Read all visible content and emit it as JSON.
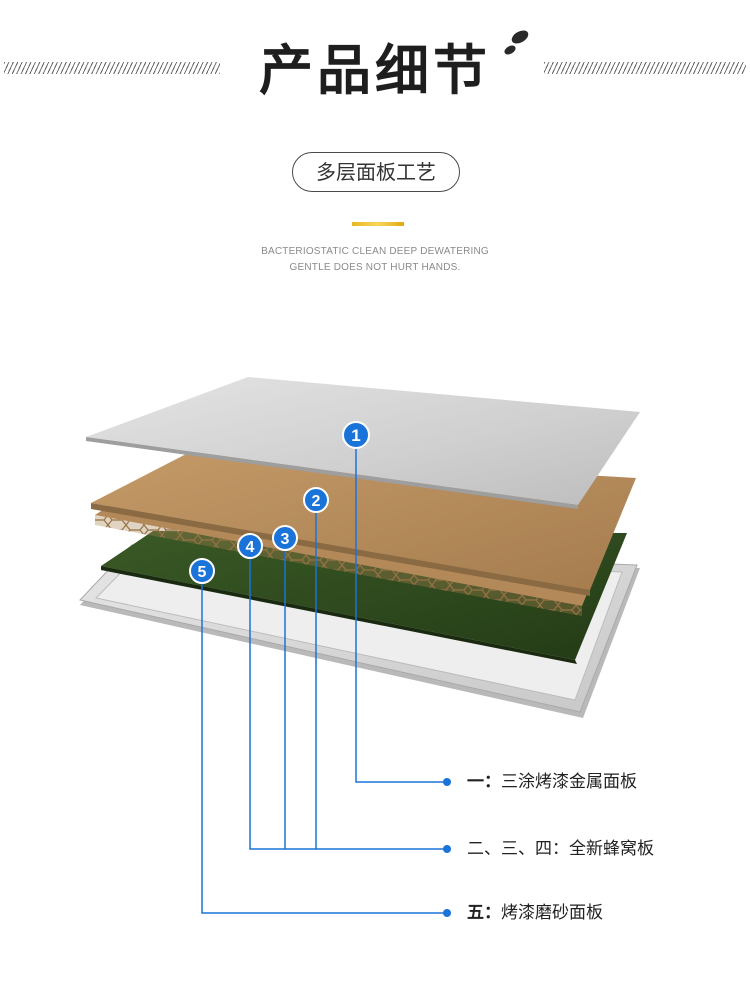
{
  "header": {
    "title": "产品细节",
    "pill_label": "多层面板工艺",
    "subtitle_line1": "BACTERIOSTATIC CLEAN DEEP DEWATERING",
    "subtitle_line2": "GENTLE DOES NOT HURT HANDS."
  },
  "markers": [
    {
      "number": "1"
    },
    {
      "number": "2"
    },
    {
      "number": "3"
    },
    {
      "number": "4"
    },
    {
      "number": "5"
    }
  ],
  "labels": [
    {
      "prefix": "一：",
      "text": "三涂烤漆金属面板"
    },
    {
      "prefix": "",
      "text": "二、三、四：全新蜂窝板"
    },
    {
      "prefix": "五：",
      "text": "烤漆磨砂面板"
    }
  ],
  "colors": {
    "accent_blue": "#1a73d9",
    "kraft": "#b98e5e",
    "green_panel": "#2f4a1e",
    "silver": "#d9d9d9",
    "gold": "#f0c53a"
  }
}
